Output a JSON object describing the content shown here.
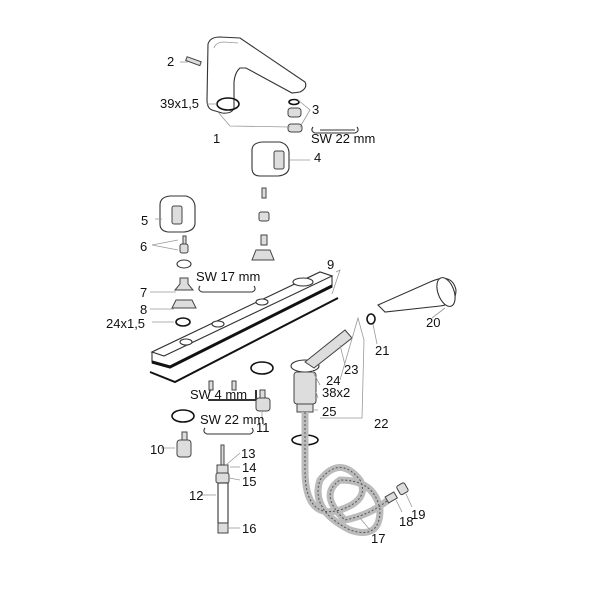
{
  "diagram": {
    "title": "Exploded parts diagram - deck-mounted bath mixer with hand shower",
    "labels": {
      "p1": "1",
      "p2": "2",
      "p3": "3",
      "p4": "4",
      "p5": "5",
      "p6": "6",
      "p7": "7",
      "p8": "8",
      "p9": "9",
      "p10": "10",
      "p11": "11",
      "p12": "12",
      "p13": "13",
      "p14": "14",
      "p15": "15",
      "p16": "16",
      "p17": "17",
      "p18": "18",
      "p19": "19",
      "p20": "20",
      "p21": "21",
      "p22": "22",
      "p23": "23",
      "p24": "24",
      "p25": "25"
    },
    "dimensions": {
      "oring_top": "39x1,5",
      "oring_mid": "24x1,5",
      "oring_hose": "38x2",
      "wrench_top": "SW 22 mm",
      "wrench_mid": "SW 17 mm",
      "allen_key": "SW 4 mm",
      "wrench_bottom": "SW 22 mm"
    }
  }
}
